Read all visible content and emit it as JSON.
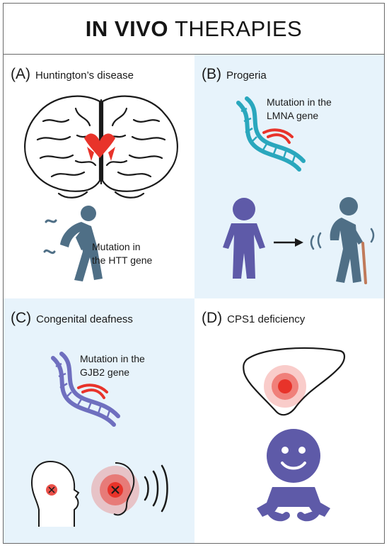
{
  "title": {
    "bold": "IN VIVO",
    "light": "THERAPIES"
  },
  "panels": [
    {
      "letter": "(A)",
      "name": "Huntington’s disease",
      "caption_lines": [
        "Mutation in",
        "the HTT gene"
      ]
    },
    {
      "letter": "(B)",
      "name": "Progeria",
      "caption_lines": [
        "Mutation in the",
        "LMNA gene"
      ]
    },
    {
      "letter": "(C)",
      "name": "Congenital deafness",
      "caption_lines": [
        "Mutation in the",
        "GJB2 gene"
      ]
    },
    {
      "letter": "(D)",
      "name": "CPS1 deficiency"
    }
  ],
  "colors": {
    "highlight_red": "#e8332a",
    "figure_slate": "#4f6f86",
    "figure_purple": "#5e5aa8",
    "dna_teal": "#2aa7bd",
    "dna_purple": "#6f6fbf",
    "panel_tint": "#e7f3fb"
  },
  "icons": [
    "brain-icon",
    "bent-person-icon",
    "dna-icon",
    "child-icon",
    "arrow-icon",
    "elderly-person-icon",
    "ear-icon",
    "head-profile-icon",
    "liver-icon",
    "baby-icon"
  ]
}
